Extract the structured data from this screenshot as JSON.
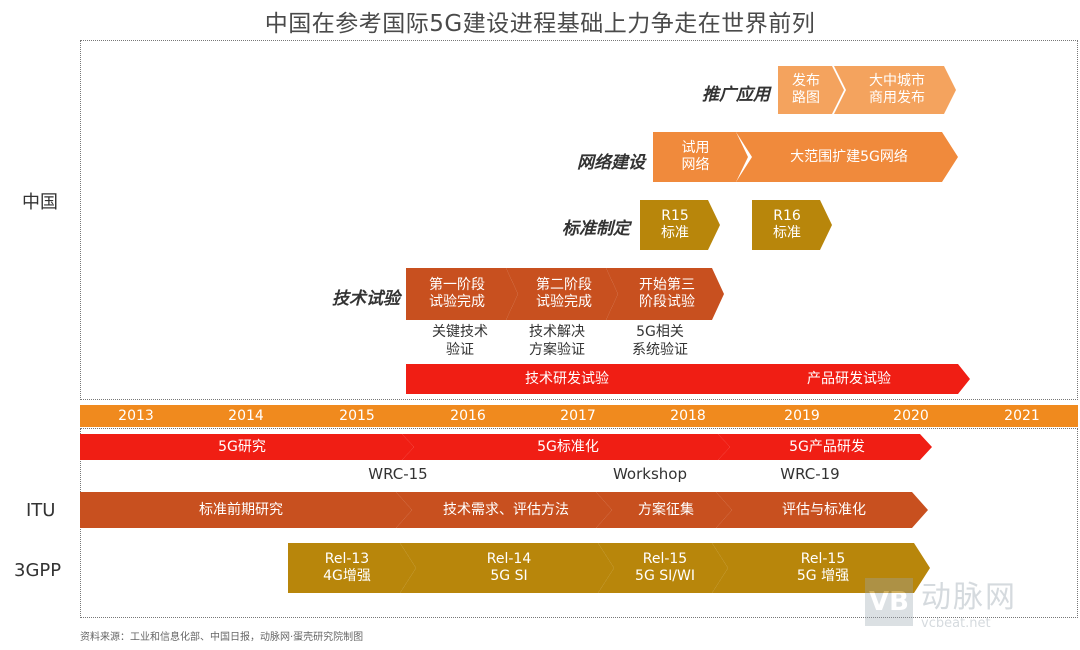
{
  "title": "中国在参考国际5G建设进程基础上力争走在世界前列",
  "regions": {
    "china": "中国",
    "itu": "ITU",
    "tgpp": "3GPP"
  },
  "phases": {
    "promote": "推广应用",
    "network": "网络建设",
    "standard": "标准制定",
    "tech_trial": "技术试验"
  },
  "china": {
    "promote": [
      "发布\n路图",
      "大中城市\n商用发布"
    ],
    "network": [
      "试用\n网络",
      "大范围扩建5G网络"
    ],
    "standard": [
      "R15\n标准",
      "R16\n标准"
    ],
    "tech_trial": [
      "第一阶段\n试验完成",
      "第二阶段\n试验完成",
      "开始第三\n阶段试验"
    ],
    "trial_sub": [
      "关键技术\n验证",
      "技术解决\n方案验证",
      "5G相关\n系统验证"
    ],
    "rnd": [
      "技术研发试验",
      "产品研发试验"
    ]
  },
  "years": [
    "2013",
    "2014",
    "2015",
    "2016",
    "2017",
    "2018",
    "2019",
    "2020",
    "2021"
  ],
  "global_top": [
    "5G研究",
    "5G标准化",
    "5G产品研发"
  ],
  "milestones": [
    "WRC-15",
    "Workshop",
    "WRC-19"
  ],
  "itu": [
    "标准前期研究",
    "技术需求、评估方法",
    "方案征集",
    "评估与标准化"
  ],
  "tgpp": [
    "Rel-13\n4G增强",
    "Rel-14\n5G SI",
    "Rel-15\n5G SI/WI",
    "Rel-15\n5G 增强"
  ],
  "footnote": "资料来源：工业和信息化部、中国日报，动脉网·蛋壳研究院制图",
  "watermark": {
    "cn": "动脉网",
    "en": "vcbeat.net",
    "logo": "VB"
  },
  "colors": {
    "orange": "#f08a3c",
    "brown": "#c8501f",
    "gold": "#b8860b",
    "red": "#f01e14",
    "year_bar": "#f08a1e"
  }
}
